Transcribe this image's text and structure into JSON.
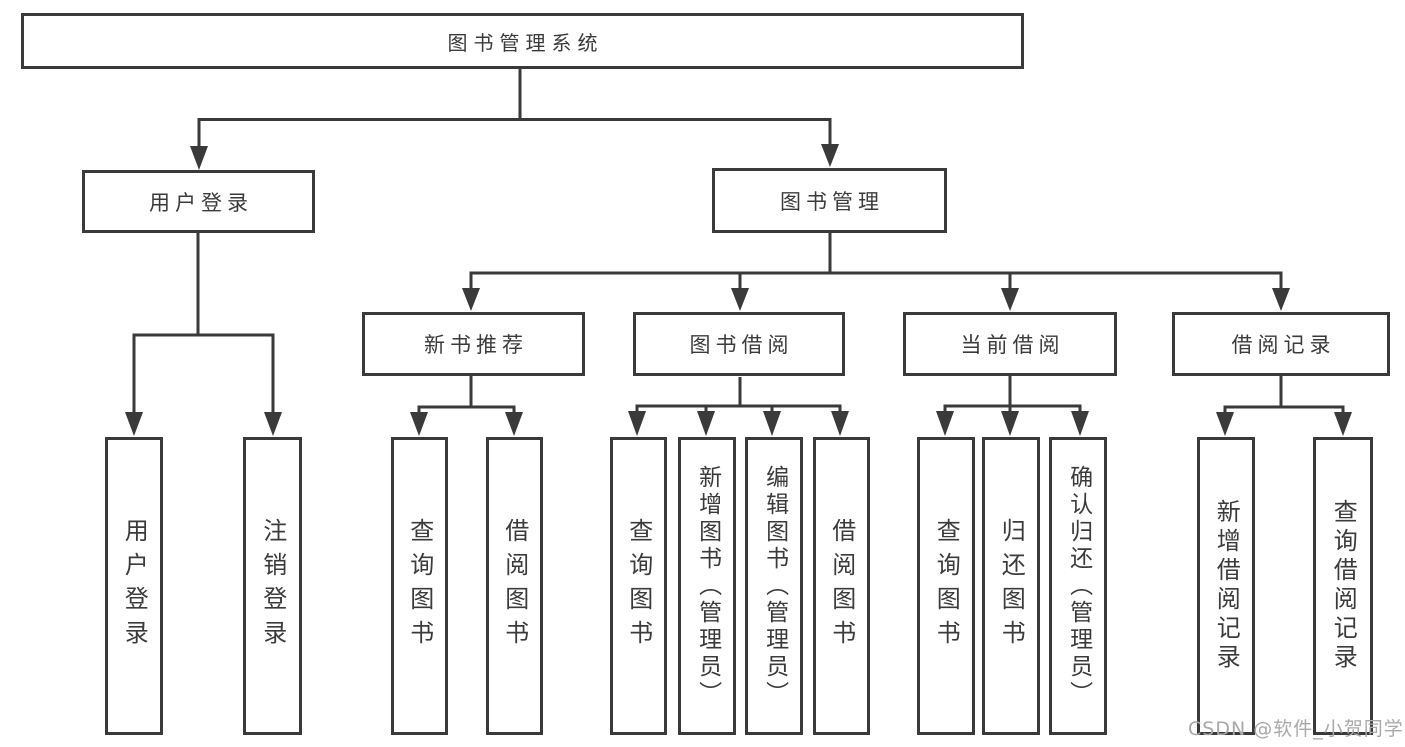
{
  "title": {
    "label": "图书管理系统"
  },
  "level2": {
    "user_login": {
      "label": "用户登录"
    },
    "book_management": {
      "label": "图书管理"
    }
  },
  "level3": {
    "new_book_recommend": {
      "label": "新书推荐"
    },
    "book_borrow": {
      "label": "图书借阅"
    },
    "current_borrow": {
      "label": "当前借阅"
    },
    "borrow_record": {
      "label": "借阅记录"
    }
  },
  "leaves": {
    "login": {
      "label": "用户登录"
    },
    "logout": {
      "label": "注销登录"
    },
    "nb_query": {
      "label": "查询图书"
    },
    "nb_borrow": {
      "label": "借阅图书"
    },
    "bb_query": {
      "label": "查询图书"
    },
    "bb_add": {
      "label": "新增图书（管理员）"
    },
    "bb_edit": {
      "label": "编辑图书（管理员）"
    },
    "bb_borrow": {
      "label": "借阅图书"
    },
    "cb_query": {
      "label": "查询图书"
    },
    "cb_return": {
      "label": "归还图书"
    },
    "cb_confirm": {
      "label": "确认归还（管理员）"
    },
    "br_add": {
      "label": "新增借阅记录"
    },
    "br_query": {
      "label": "查询借阅记录"
    }
  },
  "watermark": {
    "text": "CSDN @软件_小贺同学"
  },
  "colors": {
    "line": "#3a3a3a",
    "text": "#3b3b3b",
    "watermark": "#a9a9a9",
    "background": "#ffffff"
  }
}
